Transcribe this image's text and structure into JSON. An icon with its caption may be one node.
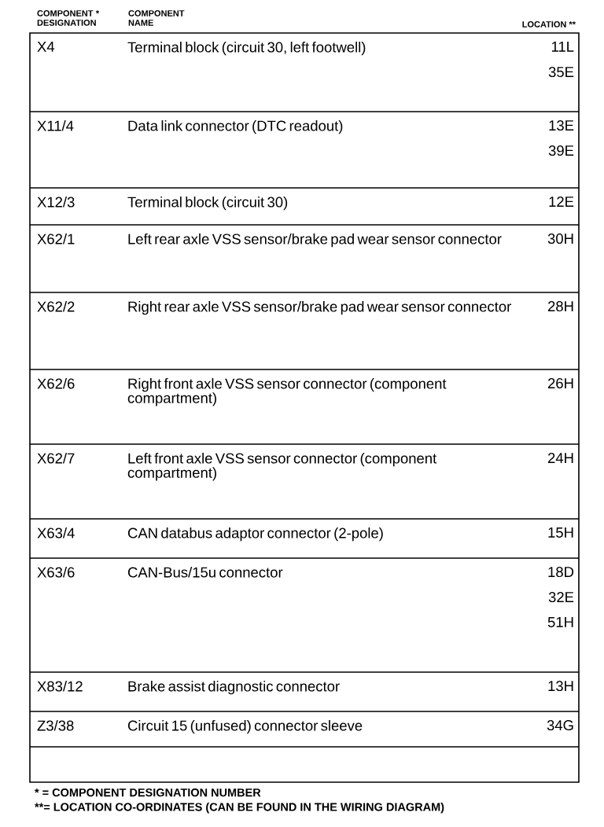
{
  "diagram": {
    "labels": [
      "COMPONENT * DESIGNATION",
      "COMPONENT NAME",
      "LOCATION **",
      "X4",
      "Terminal block (circuit 30, left footwell)",
      "11L",
      "35E",
      "X11/4",
      "Data link connector (DTC readout)",
      "13E",
      "39E",
      "X12/3",
      "Terminal block (circuit 30)",
      "12E",
      "X62/1",
      "Left rear axle VSS sensor/brake pad wear sensor connector",
      "30H",
      "X62/2",
      "Right rear axle VSS sensor/brake pad wear sensor connector",
      "28H",
      "X62/6",
      "Right front axle VSS sensor connector (component compartment)",
      "26H",
      "X62/7",
      "Left front axle VSS sensor connector (component compartment)",
      "24H",
      "X63/4",
      "CAN databus adaptor connector (2-pole)",
      "15H",
      "X63/6",
      "CAN-Bus/15u connector",
      "18D",
      "32E",
      "51H",
      "X83/12",
      "Brake assist diagnostic connector",
      "13H",
      "Z3/38",
      "Circuit 15 (unfused) connector sleeve",
      "34G",
      "* = COMPONENT DESIGNATION NUMBER",
      "**= LOCATION CO-ORDINATES (CAN BE FOUND IN THE WIRING DIAGRAM)"
    ]
  }
}
